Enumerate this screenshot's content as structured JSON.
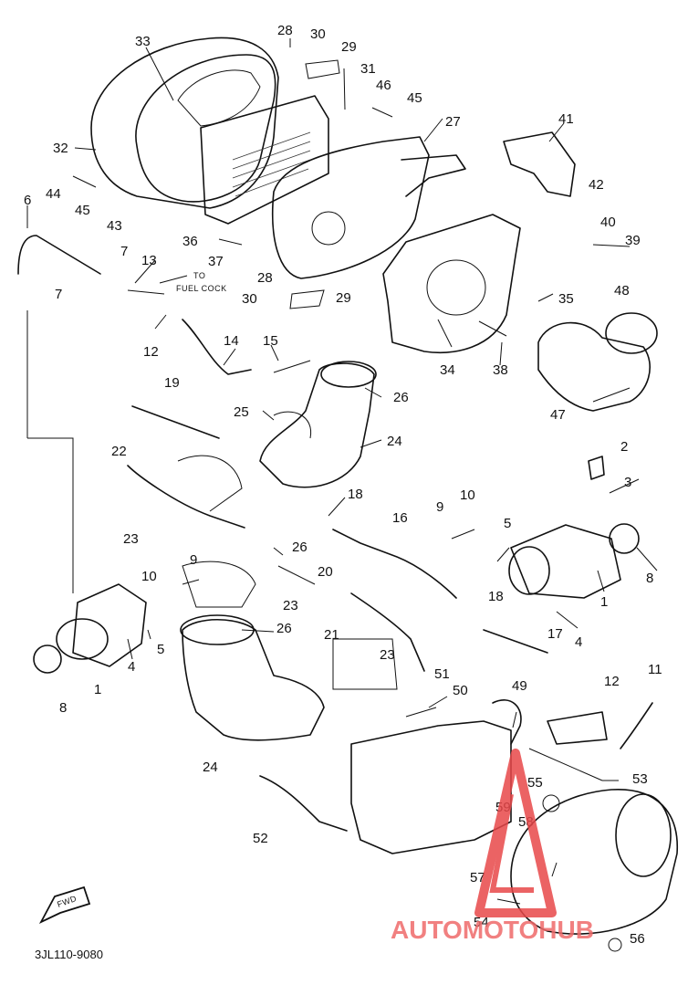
{
  "callouts": [
    {
      "id": "c33",
      "text": "33"
    },
    {
      "id": "c28a",
      "text": "28"
    },
    {
      "id": "c30a",
      "text": "30"
    },
    {
      "id": "c29a",
      "text": "29"
    },
    {
      "id": "c31",
      "text": "31"
    },
    {
      "id": "c46",
      "text": "46"
    },
    {
      "id": "c45a",
      "text": "45"
    },
    {
      "id": "c27",
      "text": "27"
    },
    {
      "id": "c41",
      "text": "41"
    },
    {
      "id": "c32",
      "text": "32"
    },
    {
      "id": "c42",
      "text": "42"
    },
    {
      "id": "c44",
      "text": "44"
    },
    {
      "id": "c45b",
      "text": "45"
    },
    {
      "id": "c43",
      "text": "43"
    },
    {
      "id": "c6",
      "text": "6"
    },
    {
      "id": "c40",
      "text": "40"
    },
    {
      "id": "c36",
      "text": "36"
    },
    {
      "id": "c39",
      "text": "39"
    },
    {
      "id": "c37",
      "text": "37"
    },
    {
      "id": "c7a",
      "text": "7"
    },
    {
      "id": "c13",
      "text": "13"
    },
    {
      "id": "c28b",
      "text": "28"
    },
    {
      "id": "c7b",
      "text": "7"
    },
    {
      "id": "c48",
      "text": "48"
    },
    {
      "id": "c30b",
      "text": "30"
    },
    {
      "id": "c29b",
      "text": "29"
    },
    {
      "id": "c35",
      "text": "35"
    },
    {
      "id": "c12a",
      "text": "12"
    },
    {
      "id": "c14",
      "text": "14"
    },
    {
      "id": "c15",
      "text": "15"
    },
    {
      "id": "c34",
      "text": "34"
    },
    {
      "id": "c38",
      "text": "38"
    },
    {
      "id": "c19",
      "text": "19"
    },
    {
      "id": "c26a",
      "text": "26"
    },
    {
      "id": "c47",
      "text": "47"
    },
    {
      "id": "c25",
      "text": "25"
    },
    {
      "id": "c24a",
      "text": "24"
    },
    {
      "id": "c22",
      "text": "22"
    },
    {
      "id": "c2",
      "text": "2"
    },
    {
      "id": "c3",
      "text": "3"
    },
    {
      "id": "c18a",
      "text": "18"
    },
    {
      "id": "c10a",
      "text": "10"
    },
    {
      "id": "c9a",
      "text": "9"
    },
    {
      "id": "c16",
      "text": "16"
    },
    {
      "id": "c5a",
      "text": "5"
    },
    {
      "id": "c23a",
      "text": "23"
    },
    {
      "id": "c26b",
      "text": "26"
    },
    {
      "id": "c8a",
      "text": "8"
    },
    {
      "id": "c9b",
      "text": "9"
    },
    {
      "id": "c20",
      "text": "20"
    },
    {
      "id": "c10b",
      "text": "10"
    },
    {
      "id": "c1a",
      "text": "1"
    },
    {
      "id": "c23b",
      "text": "23"
    },
    {
      "id": "c18b",
      "text": "18"
    },
    {
      "id": "c26c",
      "text": "26"
    },
    {
      "id": "c17",
      "text": "17"
    },
    {
      "id": "c21",
      "text": "21"
    },
    {
      "id": "c5b",
      "text": "5"
    },
    {
      "id": "c4a",
      "text": "4"
    },
    {
      "id": "c4b",
      "text": "4"
    },
    {
      "id": "c23c",
      "text": "23"
    },
    {
      "id": "c1b",
      "text": "1"
    },
    {
      "id": "c51",
      "text": "51"
    },
    {
      "id": "c50",
      "text": "50"
    },
    {
      "id": "c49",
      "text": "49"
    },
    {
      "id": "c12b",
      "text": "12"
    },
    {
      "id": "c11",
      "text": "11"
    },
    {
      "id": "c8b",
      "text": "8"
    },
    {
      "id": "c24b",
      "text": "24"
    },
    {
      "id": "c53",
      "text": "53"
    },
    {
      "id": "c55",
      "text": "55"
    },
    {
      "id": "c59",
      "text": "59"
    },
    {
      "id": "c58",
      "text": "58"
    },
    {
      "id": "c52",
      "text": "52"
    },
    {
      "id": "c57",
      "text": "57"
    },
    {
      "id": "c54",
      "text": "54"
    },
    {
      "id": "c56",
      "text": "56"
    }
  ],
  "annotation": {
    "line1": "TO",
    "line2": "FUEL COCK"
  },
  "fwd_label": "FWD",
  "diagram_code": "3JL110-9080",
  "watermark": {
    "text": "AUTOMOTOHUB",
    "colors": {
      "auto": "#f5a85a",
      "moto": "#ef6a6a",
      "hub": "#8f9aa5",
      "logo": "#e8484a"
    }
  }
}
